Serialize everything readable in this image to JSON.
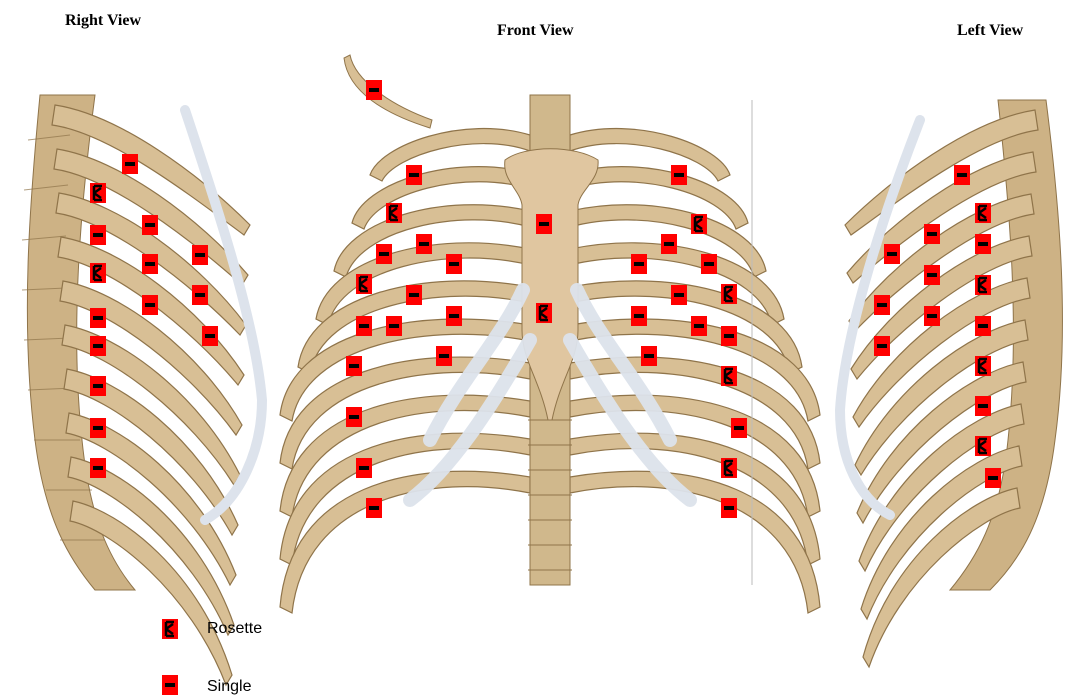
{
  "titles": {
    "right": "Right View",
    "front": "Front View",
    "left": "Left View"
  },
  "legend": {
    "rosette": "Rosette",
    "single": "Single"
  },
  "colors": {
    "bone": "#d8bf95",
    "bone_dark": "#a88a5a",
    "cartilage": "#dde3ec",
    "marker": "#ff0000",
    "marker_glyph": "#000000"
  }
}
